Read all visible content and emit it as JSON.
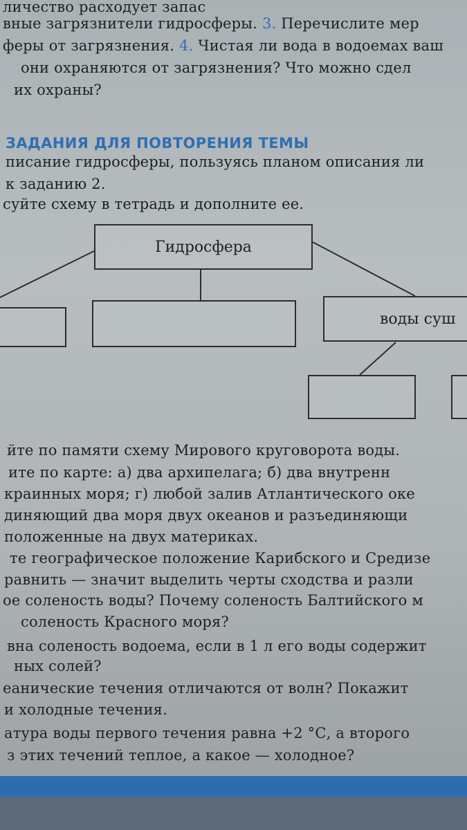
{
  "top_lines": [
    {
      "parts": [
        {
          "text": "личество расходует запас",
          "blue": false
        }
      ]
    },
    {
      "parts": [
        {
          "text": "вные загрязнители гидросферы. ",
          "blue": false
        },
        {
          "text": "3.",
          "blue": true
        },
        {
          "text": " Перечислите мер",
          "blue": false
        }
      ]
    },
    {
      "parts": [
        {
          "text": "феры от загрязнения. ",
          "blue": false
        },
        {
          "text": "4.",
          "blue": true
        },
        {
          "text": " Чистая ли вода в водоемах ваш",
          "blue": false
        }
      ]
    },
    {
      "parts": [
        {
          "text": "они охраняются от загрязнения? Что можно сдел",
          "blue": false
        }
      ]
    },
    {
      "parts": [
        {
          "text": "их охраны?",
          "blue": false
        }
      ]
    }
  ],
  "section_heading": "ЗАДАНИЯ ДЛЯ ПОВТОРЕНИЯ ТЕМЫ",
  "intro_lines": [
    "писание гидросферы, пользуясь планом описания ли",
    "к заданию 2.",
    "суйте схему в тетрадь и дополните ее."
  ],
  "diagram": {
    "root_label": "Гидросфера",
    "right_label": "воды суш",
    "middle_label": "",
    "left_label": "",
    "child_left_label": "",
    "child_right_label": ""
  },
  "task_lines": [
    "йте по памяти схему Мирового круговорота воды.",
    "ите по карте: а) два архипелага; б) два внутренн",
    "краинных моря; г) любой залив Атлантического оке",
    "диняющий два моря двух океанов и разъединяющи",
    "положенные на двух материках.",
    "те географическое положение Карибского и Средизе",
    "равнить — значит выделить черты сходства и разли",
    "ое соленость воды? Почему соленость Балтийского м",
    "соленость Красного моря?",
    "вна соленость водоема, если в 1 л его воды содержит",
    "ных солей?",
    "еанические течения отличаются от волн? Покажит",
    "и холодные течения.",
    "атура воды первого течения равна +2 °С, а второго",
    "з этих течений теплое, а какое — холодное?"
  ]
}
